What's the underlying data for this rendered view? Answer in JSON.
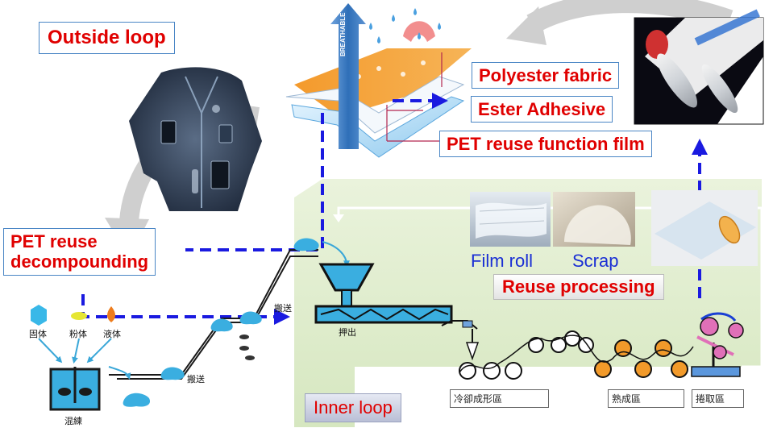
{
  "labels": {
    "outside_loop": "Outside loop",
    "polyester_fabric": "Polyester fabric",
    "ester_adhesive": "Ester Adhesive",
    "pet_film": "PET reuse function film",
    "pet_decomp_line1": "PET reuse",
    "pet_decomp_line2": "decompounding",
    "film_roll": "Film roll",
    "scrap": "Scrap",
    "reuse_processing": "Reuse processing",
    "inner_loop": "Inner loop",
    "breathable": "BREATHABLE"
  },
  "chinese": {
    "solid": "固体",
    "powder": "粉体",
    "liquid": "液体",
    "mixing": "混練",
    "transport_1": "搬送",
    "transport_2": "搬送",
    "extrusion": "押出",
    "cooling_zone": "冷卻成形區",
    "aging_zone": "熟成區",
    "winding_zone": "捲取區"
  },
  "colors": {
    "red_text": "#e00000",
    "blue_text": "#1a2fd4",
    "dashed_arrow": "#1a1ae0",
    "inner_bg": "#dfeccb",
    "gray_arrow": "#c8c8c8"
  }
}
